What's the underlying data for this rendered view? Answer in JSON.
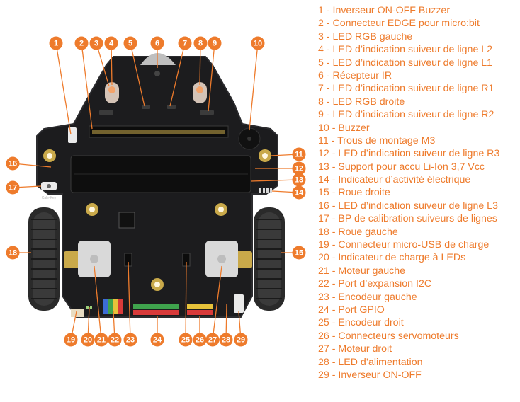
{
  "colors": {
    "accent": "#ee7b2c",
    "board": "#1c1c1e",
    "board_edge": "#2b2b2e",
    "tire": "#2a2a2a",
    "motor": "#d9d9d9",
    "gold": "#c9a94a",
    "header_red": "#d83a3a",
    "header_green": "#3fa34d"
  },
  "legend": [
    {
      "n": 1,
      "text": "1 - Inverseur ON-OFF Buzzer"
    },
    {
      "n": 2,
      "text": "2 - Connecteur EDGE pour micro:bit"
    },
    {
      "n": 3,
      "text": "3 - LED RGB gauche"
    },
    {
      "n": 4,
      "text": "4 - LED d’indication suiveur de ligne L2"
    },
    {
      "n": 5,
      "text": "5 - LED d’indication suiveur de ligne L1"
    },
    {
      "n": 6,
      "text": "6 - Récepteur IR"
    },
    {
      "n": 7,
      "text": "7 - LED d’indication suiveur de ligne R1"
    },
    {
      "n": 8,
      "text": "8 - LED RGB droite"
    },
    {
      "n": 9,
      "text": "9 - LED d’indication suiveur de ligne R2"
    },
    {
      "n": 10,
      "text": "10 - Buzzer"
    },
    {
      "n": 11,
      "text": "11 - Trous de montage M3"
    },
    {
      "n": 12,
      "text": "12 - LED d’indication suiveur de ligne R3"
    },
    {
      "n": 13,
      "text": "13 - Support pour accu Li-Ion 3,7 Vcc"
    },
    {
      "n": 14,
      "text": "14 - Indicateur d’activité électrique"
    },
    {
      "n": 15,
      "text": "15 - Roue droite"
    },
    {
      "n": 16,
      "text": "16 - LED d’indication suiveur de ligne L3"
    },
    {
      "n": 17,
      "text": "17 - BP de calibration suiveurs de lignes"
    },
    {
      "n": 18,
      "text": "18 - Roue gauche"
    },
    {
      "n": 19,
      "text": "19 - Connecteur micro-USB de charge"
    },
    {
      "n": 20,
      "text": "20 - Indicateur de charge à LEDs"
    },
    {
      "n": 21,
      "text": "21 - Moteur gauche"
    },
    {
      "n": 22,
      "text": "22 - Port d’expansion I2C"
    },
    {
      "n": 23,
      "text": "23 - Encodeur gauche"
    },
    {
      "n": 24,
      "text": "24 - Port GPIO"
    },
    {
      "n": 25,
      "text": "25 - Encodeur droit"
    },
    {
      "n": 26,
      "text": "26 - Connecteurs servomoteurs"
    },
    {
      "n": 27,
      "text": "27 - Moteur droit"
    },
    {
      "n": 28,
      "text": "28 - LED d’alimentation"
    },
    {
      "n": 29,
      "text": "29 - Inverseur ON-OFF"
    }
  ],
  "callout_labels": [
    "1",
    "2",
    "3",
    "4",
    "5",
    "6",
    "7",
    "8",
    "9",
    "10",
    "11",
    "12",
    "13",
    "14",
    "15",
    "16",
    "17",
    "18",
    "19",
    "20",
    "21",
    "22",
    "23",
    "24",
    "25",
    "26",
    "27",
    "28",
    "29"
  ],
  "board_silkscreen": {
    "calib_label": "Cale-Key"
  }
}
